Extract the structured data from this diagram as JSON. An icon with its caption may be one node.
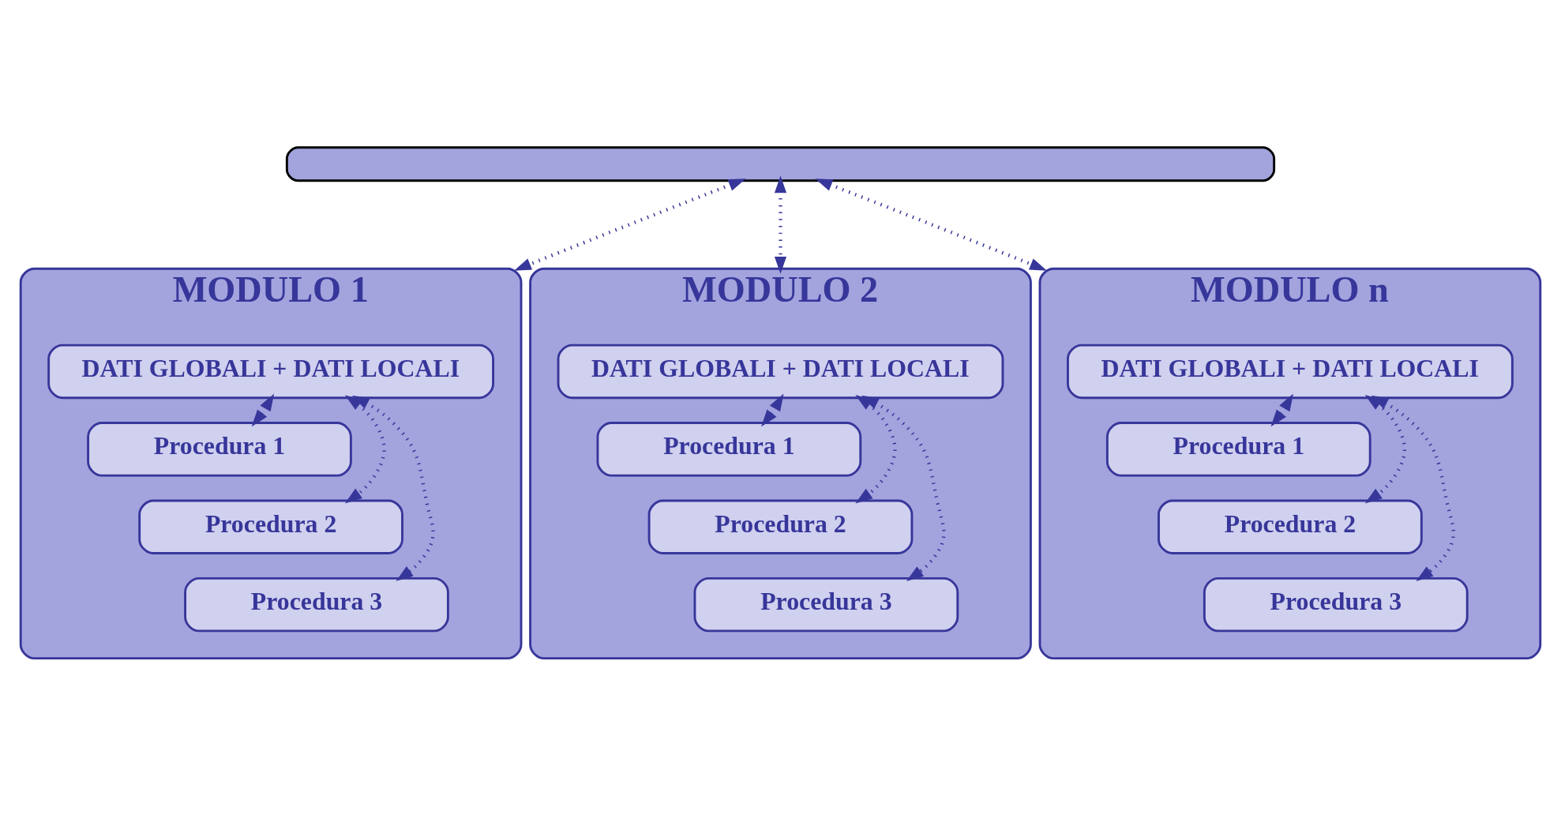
{
  "diagram": {
    "nodes": [
      {
        "text": [],
        "shape": "box"
      },
      {
        "text": [
          "MODULO 1"
        ]
      },
      {
        "text": [
          "DATI GLOBALI + DATI LOCALI"
        ],
        "in": 1
      },
      {
        "text": [
          "Procedura 1"
        ],
        "in": 1
      },
      {
        "text": [
          "Procedura 2"
        ],
        "in": 1
      },
      {
        "text": [
          "Procedura 3"
        ],
        "in": 1
      },
      {
        "text": [
          "MODULO 2"
        ]
      },
      {
        "text": [
          "DATI GLOBALI + DATI LOCALI"
        ],
        "in": 6
      },
      {
        "text": [
          "Procedura 1"
        ],
        "in": 6
      },
      {
        "text": [
          "Procedura 2"
        ],
        "in": 6
      },
      {
        "text": [
          "Procedura 3"
        ],
        "in": 6
      },
      {
        "text": [
          "MODULO n"
        ]
      },
      {
        "text": [
          "DATI GLOBALI + DATI LOCALI"
        ],
        "in": 11
      },
      {
        "text": [
          "Procedura 1"
        ],
        "in": 11
      },
      {
        "text": [
          "Procedura 2"
        ],
        "in": 11
      },
      {
        "text": [
          "Procedura 3"
        ],
        "in": 11
      }
    ],
    "edges": [
      {
        "from": 0,
        "to": 1,
        "arrow": "both",
        "style": "dashed"
      },
      {
        "from": 0,
        "to": 6,
        "arrow": "both",
        "style": "dashed"
      },
      {
        "from": 0,
        "to": 11,
        "arrow": "both",
        "style": "dashed"
      },
      {
        "from": 2,
        "to": 3,
        "arrow": "both",
        "style": "dashed"
      },
      {
        "from": 2,
        "to": 4,
        "arrow": "both",
        "style": "dashed"
      },
      {
        "from": 2,
        "to": 5,
        "arrow": "both",
        "style": "dashed"
      },
      {
        "from": 7,
        "to": 8,
        "arrow": "both",
        "style": "dashed"
      },
      {
        "from": 7,
        "to": 9,
        "arrow": "both",
        "style": "dashed"
      },
      {
        "from": 7,
        "to": 10,
        "arrow": "both",
        "style": "dashed"
      },
      {
        "from": 12,
        "to": 13,
        "arrow": "both",
        "style": "dashed"
      },
      {
        "from": 12,
        "to": 14,
        "arrow": "both",
        "style": "dashed"
      },
      {
        "from": 12,
        "to": 15,
        "arrow": "both",
        "style": "dashed"
      }
    ]
  }
}
